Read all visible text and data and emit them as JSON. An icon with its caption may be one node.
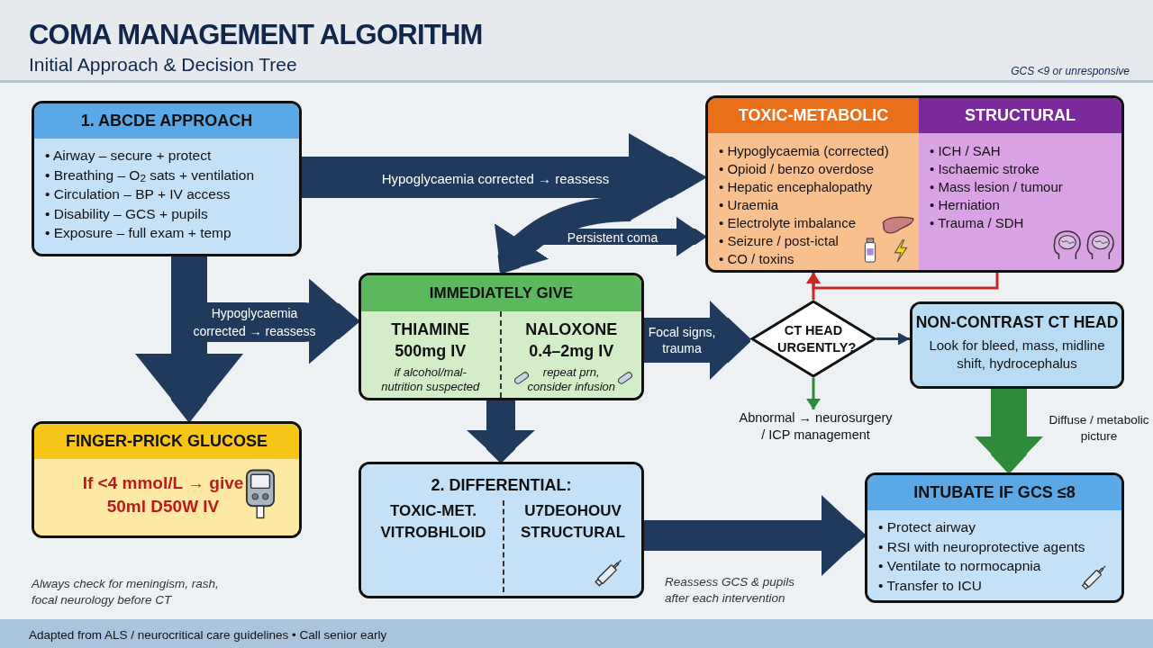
{
  "diagram": {
    "title": "COMA MANAGEMENT ALGORITHM",
    "nodes": [
      {
        "text": [
          "1. ABCDE APPROACH",
          "• Airway – secure + protect",
          "• Breathing – O$_{2}$ sats + ventilation",
          "• Circulation – BP + IV access",
          "• Disability – GCS + pupils",
          "• Exposure – full exam + temp"
        ]
      },
      {
        "text": [
          "TOXIC-METABOLIC",
          "• Hypoglycaemia (corrected)",
          "• Opioid / benzo overdose",
          "• Hepatic encephalopathy",
          "• Uraemia",
          "• Electrolyte imbalance",
          "• Seizure / post-ictal",
          "• CO / toxins"
        ]
      },
      {
        "text": [
          "STRUCTURAL",
          "• ICH / SAH",
          "• Ischaemic stroke",
          "• Mass lesion / tumour",
          "• Herniation",
          "• Trauma / SDH"
        ]
      },
      {
        "text": [
          "FINGER-PRICK GLUCOSE",
          "If <4 mmol/L → give 50ml D50W IV"
        ]
      },
      {
        "text": [
          "IMMEDIATELY GIVE",
          "THIAMINE 500mg IV",
          "if alcohol/mal-nutrition suspected",
          "NALOXONE 0.4–2mg IV",
          "repeat prn, consider infusion"
        ]
      },
      {
        "text": [
          "2. DIFFERENTIAL:",
          "TOXIC-MET. VITROBHLOID",
          "U7DEOHOUV STRUCTURAL"
        ]
      },
      {
        "text": [
          "CT HEAD URGENTLY?"
        ]
      },
      {
        "text": [
          "NON-CONTRAST CT HEAD",
          "Look for bleed, mass, midline shift, hydrocephalus"
        ]
      },
      {
        "text": [
          "INTUBATE IF GCS ≤8",
          "• Protect airway",
          "• RSI with neuroprotective agents",
          "• Ventilate to normocapnia",
          "• Transfer to ICU"
        ]
      },
      {
        "text": [
          "Abnormal → neurosurgery / ICP management"
        ]
      }
    ],
    "edges": [
      {
        "from": 0,
        "to": 1,
        "arrow": "to",
        "label": "Hypoglycaemia corrected → reassess"
      },
      {
        "from": null,
        "to": 4,
        "arrow": "to"
      },
      {
        "from": null,
        "to": 1,
        "arrow": "to",
        "label": "Persistent coma"
      },
      {
        "from": 0,
        "to": 3,
        "arrow": "to"
      },
      {
        "from": null,
        "to": 4,
        "arrow": "to",
        "label": "Hypoglycaemia corrected → reassess"
      },
      {
        "from": 4,
        "to": 5,
        "arrow": "to"
      },
      {
        "from": 4,
        "to": 6,
        "arrow": "to",
        "label": "Focal signs, trauma"
      },
      {
        "from": 6,
        "to": 7,
        "arrow": "to"
      },
      {
        "from": 6,
        "to": 9,
        "arrow": "to",
        "color": "#2e8b3a"
      },
      {
        "from": 6,
        "to": 1,
        "arrow": "to",
        "color": "#c62828"
      },
      {
        "from": 2,
        "to": 1,
        "arrow": "to",
        "color": "#c62828"
      },
      {
        "from": 7,
        "to": 8,
        "arrow": "to",
        "label": "Diffuse / metabolic picture",
        "color": "#2e8b3a"
      },
      {
        "from": 5,
        "to": 8,
        "arrow": "to"
      }
    ],
    "labels": [
      "Initial Approach & Decision Tree",
      "GCS <9 or unresponsive",
      "Always check for meningism, rash, focal neurology before CT",
      "Reassess GCS & pupils after each intervention",
      "Adapted from ALS / neurocritical care guidelines • Call senior early"
    ]
  }
}
